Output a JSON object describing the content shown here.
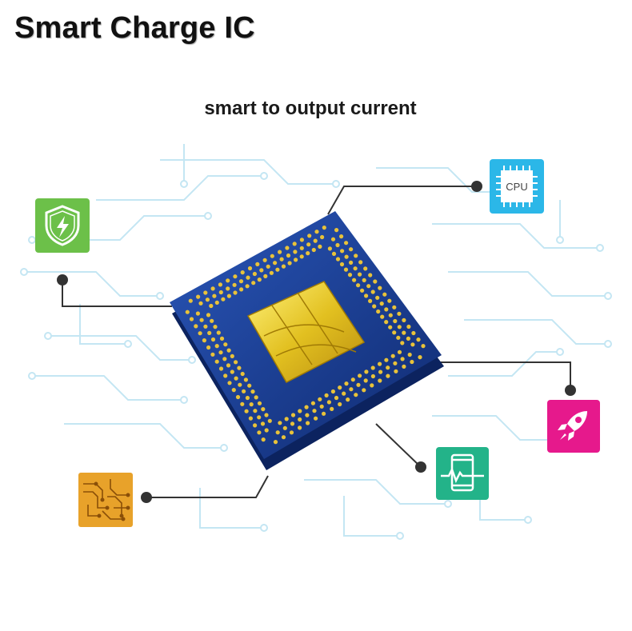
{
  "title": "Smart Charge IC",
  "subtitle": "smart to output current",
  "cpu_badge": {
    "label": "CPU",
    "icon": "cpu-icon",
    "color": "#2bb7e8"
  },
  "features": [
    {
      "icon": "shield-lightning-icon",
      "color": "#6cc049"
    },
    {
      "icon": "rocket-icon",
      "color": "#e6198c"
    },
    {
      "icon": "phone-pulse-icon",
      "color": "#23b389"
    },
    {
      "icon": "circuit-board-icon",
      "color": "#e8a22a"
    }
  ],
  "colors": {
    "chip_body": "#1b3f96",
    "chip_pins": "#e8c23a",
    "traces": "#bfe5f2"
  }
}
